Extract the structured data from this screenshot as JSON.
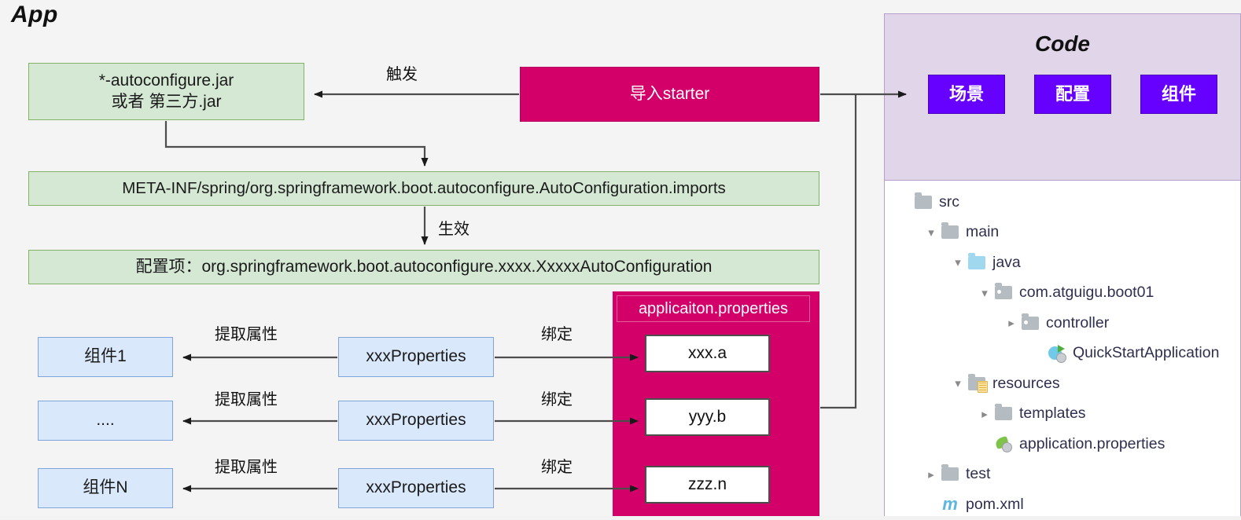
{
  "diagram": {
    "app_title": "App",
    "code_title": "Code"
  },
  "nodes": {
    "autoconfigure_jar": "*-autoconfigure.jar\n或者 第三方.jar",
    "autoconfigure_jar_line1": "*-autoconfigure.jar",
    "autoconfigure_jar_line2": "或者 第三方.jar",
    "import_starter": "导入starter",
    "imports_file": "META-INF/spring/org.springframework.boot.autoconfigure.AutoConfiguration.imports",
    "config_item": "配置项：org.springframework.boot.autoconfigure.xxxx.XxxxxAutoConfiguration",
    "properties_panel_title": "applicaiton.properties"
  },
  "code_buttons": [
    {
      "label": "场景"
    },
    {
      "label": "配置"
    },
    {
      "label": "组件"
    }
  ],
  "edge_labels": {
    "trigger": "触发",
    "effective": "生效",
    "extract": "提取属性",
    "bind": "绑定"
  },
  "component_rows": [
    {
      "component": "组件1",
      "properties": "xxxProperties",
      "extract_label": "提取属性",
      "bind_label": "绑定",
      "key": "xxx.a"
    },
    {
      "component": "....",
      "properties": "xxxProperties",
      "extract_label": "提取属性",
      "bind_label": "绑定",
      "key": "yyy.b"
    },
    {
      "component": "组件N",
      "properties": "xxxProperties",
      "extract_label": "提取属性",
      "bind_label": "绑定",
      "key": "zzz.n"
    }
  ],
  "file_tree": [
    {
      "label": "src",
      "indent": 0,
      "chevron": "",
      "icon": "folder"
    },
    {
      "label": "main",
      "indent": 1,
      "chevron": "v",
      "icon": "folder"
    },
    {
      "label": "java",
      "indent": 2,
      "chevron": "v",
      "icon": "folder-blue"
    },
    {
      "label": "com.atguigu.boot01",
      "indent": 3,
      "chevron": "v",
      "icon": "folder-package"
    },
    {
      "label": "controller",
      "indent": 4,
      "chevron": ">",
      "icon": "folder-package"
    },
    {
      "label": "QuickStartApplication",
      "indent": 5,
      "chevron": "",
      "icon": "java-class"
    },
    {
      "label": "resources",
      "indent": 2,
      "chevron": "v",
      "icon": "folder-resources"
    },
    {
      "label": "templates",
      "indent": 3,
      "chevron": ">",
      "icon": "folder"
    },
    {
      "label": "application.properties",
      "indent": 3,
      "chevron": "",
      "icon": "spring-config"
    },
    {
      "label": "test",
      "indent": 1,
      "chevron": ">",
      "icon": "folder"
    },
    {
      "label": "pom.xml",
      "indent": 1,
      "chevron": "",
      "icon": "maven"
    }
  ],
  "colors": {
    "green_fill": "#d5e8d4",
    "green_stroke": "#82b366",
    "pink_fill": "#d4006a",
    "blue_fill": "#dae8fc",
    "blue_stroke": "#7ea6dd",
    "purple_button": "#6600ff",
    "code_panel_bg": "#e1d5ea",
    "line": "#4d4d4d",
    "page_bg": "#f4f4f4"
  }
}
